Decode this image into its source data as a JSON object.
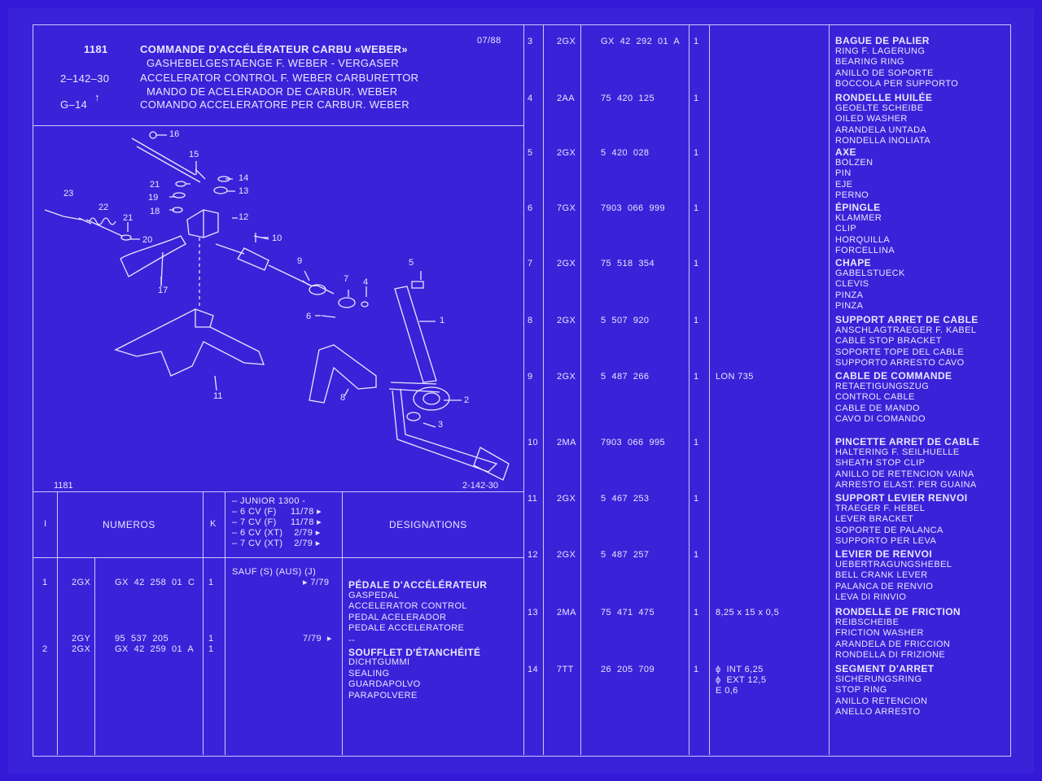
{
  "header": {
    "page_no": "1181",
    "date": "07/88",
    "ref": "2–142–30",
    "group": "G–14",
    "group_arrow": "↑",
    "titles": [
      "COMMANDE D'ACCÉLÉRATEUR CARBU «WEBER»",
      "GASHEBELGESTAENGE F. WEBER - VERGASER",
      "ACCELERATOR CONTROL F. WEBER CARBURETTOR",
      "MANDO DE ACELERADOR DE CARBUR. WEBER",
      "COMANDO ACCELERATORE PER CARBUR. WEBER"
    ]
  },
  "diagram": {
    "footer_left": "1181",
    "footer_right": "2-142-30",
    "callouts": [
      "1",
      "2",
      "3",
      "4",
      "5",
      "6",
      "7",
      "8",
      "9",
      "10",
      "11",
      "12",
      "13",
      "14",
      "15",
      "16",
      "17",
      "18",
      "19",
      "20",
      "21",
      "21",
      "22",
      "23"
    ]
  },
  "table_header": {
    "col_i": "I",
    "col_numeros": "NUMEROS",
    "col_k": "K",
    "models": [
      "– JUNIOR 1300 -",
      "– 6 CV (F)     11/78 ▸",
      "– 7 CV (F)     11/78 ▸",
      "– 6 CV (XT)    2/79 ▸",
      "– 7 CV (XT)    2/79 ▸"
    ],
    "col_designations": "DESIGNATIONS"
  },
  "left_rows": [
    {
      "idx": "1",
      "lines": [
        {
          "pre": "2GX",
          "num": "GX  42  258  01  C",
          "k": "1"
        }
      ],
      "note": "SAUF (S) (AUS) (J)",
      "note_date": "▸ 7/79",
      "desig": [
        "PÉDALE D'ACCÉLÉRATEUR",
        "GASPEDAL",
        "ACCELERATOR CONTROL",
        "PEDAL ACELERADOR",
        "PEDALE ACCELERATORE"
      ]
    },
    {
      "idx": "2",
      "lines": [
        {
          "pre": "2GY",
          "num": "95  537  205",
          "k": "1"
        },
        {
          "pre": "2GX",
          "num": "GX  42  259  01  A",
          "k": "1"
        }
      ],
      "note": "",
      "note_date": "7/79  ▸",
      "desig": [
        "--",
        "SOUFFLET D'ÉTANCHÉITÉ",
        "DICHTGUMMI",
        "SEALING",
        "GUARDAPOLVO",
        "PARAPOLVERE"
      ]
    }
  ],
  "right_rows": [
    {
      "idx": "3",
      "pre": "2GX",
      "num": "GX  42  292  01  A",
      "k": "1",
      "spec": [],
      "desig": [
        "BAGUE DE PALIER",
        "RING F. LAGERUNG",
        "BEARING RING",
        "ANILLO DE SOPORTE",
        "BOCCOLA PER SUPPORTO"
      ]
    },
    {
      "idx": "4",
      "pre": "2AA",
      "num": "75  420  125",
      "k": "1",
      "spec": [],
      "desig": [
        "RONDELLE HUILÉE",
        "GEOELTE SCHEIBE",
        "OILED WASHER",
        "ARANDELA UNTADA",
        "RONDELLA INOLIATA"
      ]
    },
    {
      "idx": "5",
      "pre": "2GX",
      "num": "5  420  028",
      "k": "1",
      "spec": [],
      "desig": [
        "AXE",
        "BOLZEN",
        "PIN",
        "EJE",
        "PERNO"
      ]
    },
    {
      "idx": "6",
      "pre": "7GX",
      "num": "7903  066  999",
      "k": "1",
      "spec": [],
      "desig": [
        "ÉPINGLE",
        "KLAMMER",
        "CLIP",
        "HORQUILLA",
        "FORCELLINA"
      ]
    },
    {
      "idx": "7",
      "pre": "2GX",
      "num": "75  518  354",
      "k": "1",
      "spec": [],
      "desig": [
        "CHAPE",
        "GABELSTUECK",
        "CLEVIS",
        "PINZA",
        "PINZA"
      ]
    },
    {
      "idx": "8",
      "pre": "2GX",
      "num": "5  507  920",
      "k": "1",
      "spec": [],
      "desig": [
        "SUPPORT ARRET DE CABLE",
        "ANSCHLAGTRAEGER F. KABEL",
        "CABLE STOP BRACKET",
        "SOPORTE TOPE DEL CABLE",
        "SUPPORTO ARRESTO CAVO"
      ]
    },
    {
      "idx": "9",
      "pre": "2GX",
      "num": "5  487  266",
      "k": "1",
      "spec": [
        "LON 735"
      ],
      "desig": [
        "CABLE DE COMMANDE",
        "RETAETIGUNGSZUG",
        "CONTROL CABLE",
        "CABLE DE MANDO",
        "CAVO DI COMANDO"
      ]
    },
    {
      "idx": "10",
      "pre": "2MA",
      "num": "7903  066  995",
      "k": "1",
      "spec": [],
      "desig": [
        "PINCETTE ARRET DE CABLE",
        "HALTERING F. SEILHUELLE",
        "SHEATH STOP CLIP",
        "ANILLO DE RETENCION VAINA",
        "ARRESTO ELAST. PER GUAINA"
      ]
    },
    {
      "idx": "11",
      "pre": "2GX",
      "num": "5  467  253",
      "k": "1",
      "spec": [],
      "desig": [
        "SUPPORT LEVIER RENVOI",
        "TRAEGER F. HEBEL",
        "LEVER BRACKET",
        "SOPORTE DE PALANCA",
        "SUPPORTO PER LEVA"
      ]
    },
    {
      "idx": "12",
      "pre": "2GX",
      "num": "5  487  257",
      "k": "1",
      "spec": [],
      "desig": [
        "LEVIER DE RENVOI",
        "UEBERTRAGUNGSHEBEL",
        "BELL CRANK LEVER",
        "PALANCA DE RENVIO",
        "LEVA DI RINVIO"
      ]
    },
    {
      "idx": "13",
      "pre": "2MA",
      "num": "75  471  475",
      "k": "1",
      "spec": [
        "8,25 x 15 x 0,5"
      ],
      "desig": [
        "RONDELLE DE FRICTION",
        "REIBSCHEIBE",
        "FRICTION WASHER",
        "ARANDELA DE FRICCION",
        "RONDELLA DI FRIZIONE"
      ]
    },
    {
      "idx": "14",
      "pre": "7TT",
      "num": "26  205  709",
      "k": "1",
      "spec": [
        "ϕ  INT 6,25",
        "ϕ  EXT 12,5",
        "E 0,6"
      ],
      "desig": [
        "SEGMENT D'ARRET",
        "SICHERUNGSRING",
        "STOP RING",
        "ANILLO RETENCION",
        "ANELLO ARRESTO"
      ]
    }
  ]
}
